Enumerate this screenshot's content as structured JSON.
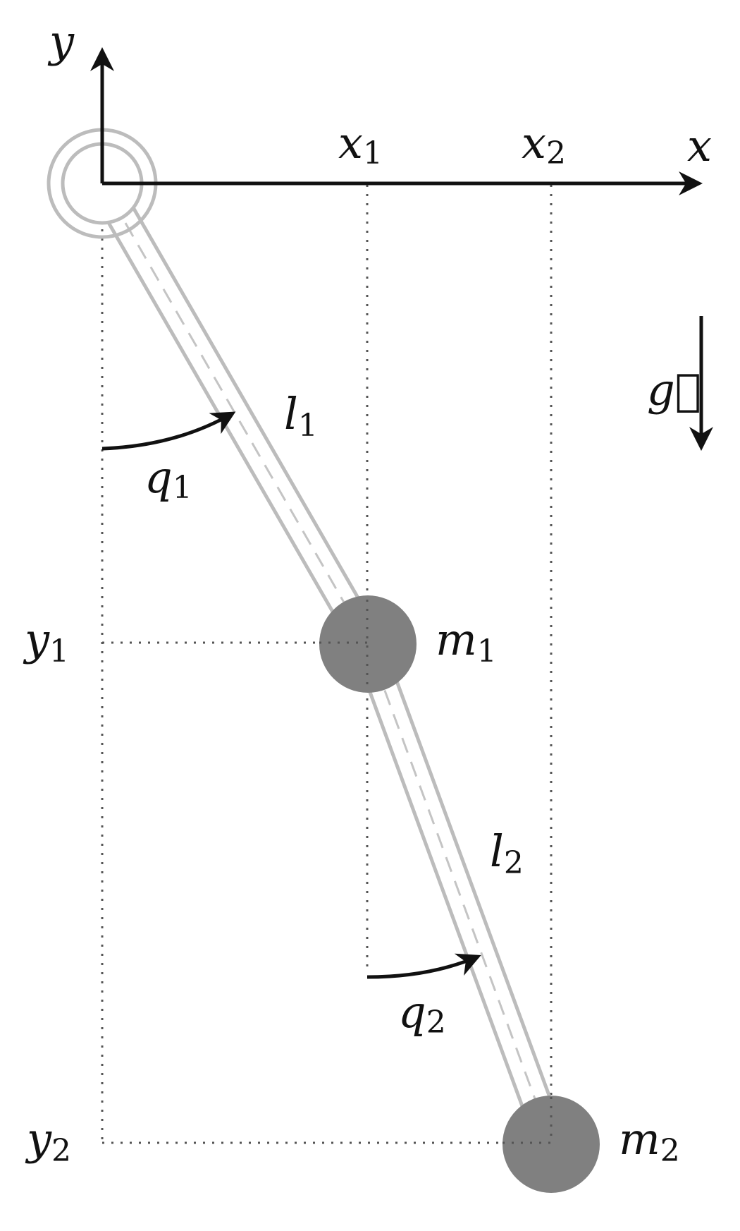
{
  "labels": {
    "y_axis": "y",
    "x_axis": "x",
    "x1": {
      "base": "x",
      "sub": "1"
    },
    "x2": {
      "base": "x",
      "sub": "2"
    },
    "y1": {
      "base": "y",
      "sub": "1"
    },
    "y2": {
      "base": "y",
      "sub": "2"
    },
    "l1": {
      "base": "l",
      "sub": "1"
    },
    "l2": {
      "base": "l",
      "sub": "2"
    },
    "q1": {
      "base": "q",
      "sub": "1"
    },
    "q2": {
      "base": "q",
      "sub": "2"
    },
    "m1": {
      "base": "m",
      "sub": "1"
    },
    "m2": {
      "base": "m",
      "sub": "2"
    },
    "gravity": "g⃗"
  },
  "colors": {
    "rod": "#bcbcbc",
    "mass": "#808080",
    "ink": "#111111",
    "guide": "#555555"
  }
}
